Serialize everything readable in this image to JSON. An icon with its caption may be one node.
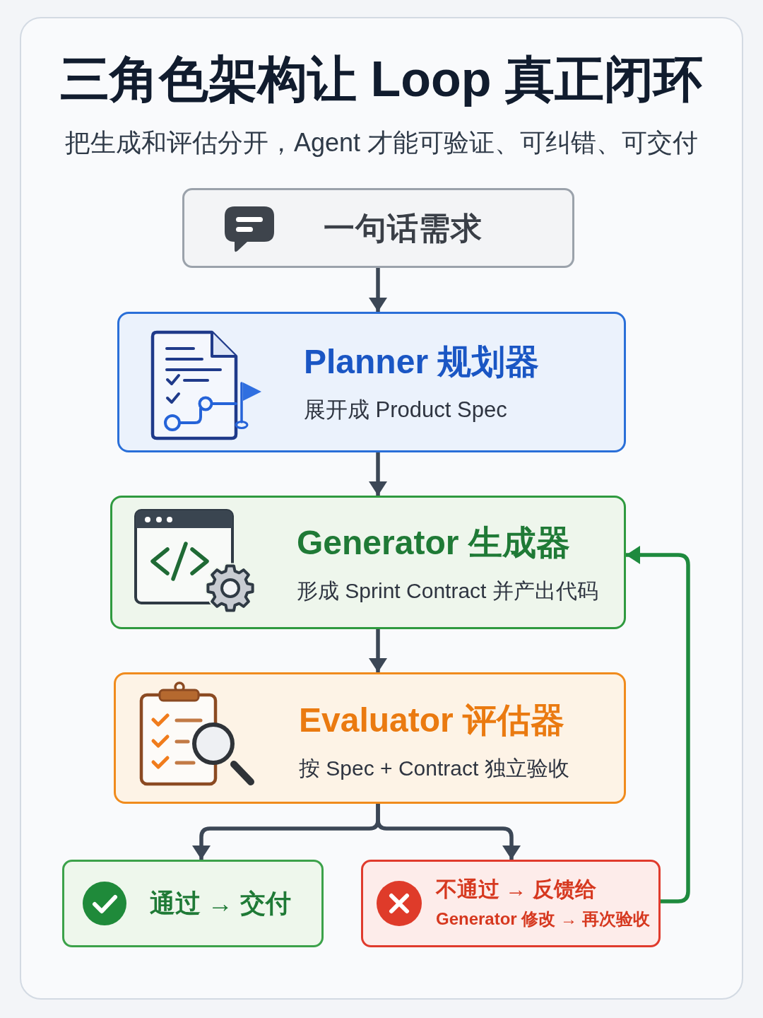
{
  "diagram": {
    "title": "三角色架构让 Loop 真正闭环",
    "nodes": [
      {
        "text": [
          "一句话需求"
        ]
      },
      {
        "text": [
          "Planner 规划器",
          "展开成 Product Spec"
        ]
      },
      {
        "text": [
          "Generator 生成器",
          "形成 Sprint Contract 并产出代码"
        ]
      },
      {
        "text": [
          "Evaluator 评估器",
          "按 Spec + Contract 独立验收"
        ]
      },
      {
        "text": [
          "通过 → 交付"
        ]
      },
      {
        "text": [
          "不通过 → 反馈给",
          "Generator 修改 → 再次验收"
        ]
      }
    ],
    "edges": [
      {
        "from": 0,
        "to": 1,
        "arrow": "to"
      },
      {
        "from": 1,
        "to": 2,
        "arrow": "to"
      },
      {
        "from": 2,
        "to": 3,
        "arrow": "to"
      },
      {
        "from": 3,
        "to": 4,
        "arrow": "to"
      },
      {
        "from": 3,
        "to": 5,
        "arrow": "to"
      },
      {
        "from": 5,
        "to": 2,
        "arrow": "to",
        "color": "#1e8a3e"
      }
    ],
    "labels": [
      "把生成和评估分开，Agent 才能可验证、可纠错、可交付"
    ]
  }
}
